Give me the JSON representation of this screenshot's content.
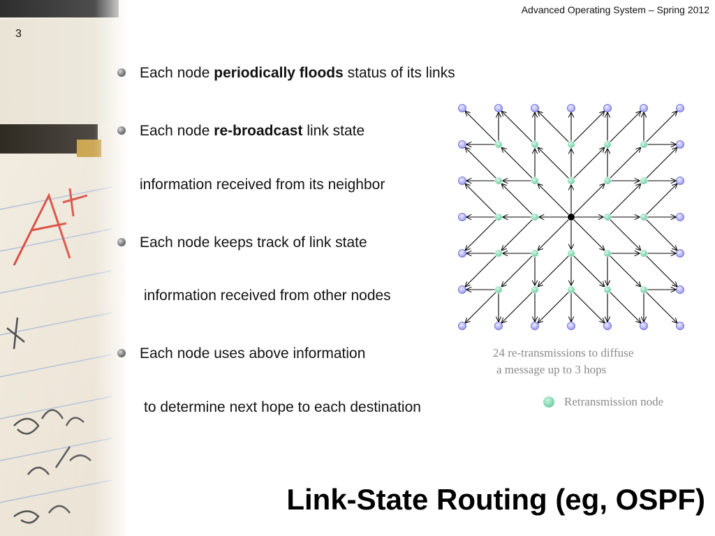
{
  "header": {
    "course": "Advanced Operating System – Spring 2012",
    "slide_number": "3"
  },
  "bullets": [
    {
      "pre": "Each node ",
      "bold": "periodically floods",
      "post": " status of its links",
      "cont": ""
    },
    {
      "pre": "Each node ",
      "bold": "re-broadcast",
      "post": " link state",
      "cont": "information received from its neighbor"
    },
    {
      "pre": "Each node keeps track of link state",
      "bold": "",
      "post": "",
      "cont": "information received from other nodes"
    },
    {
      "pre": "Each node uses above information",
      "bold": "",
      "post": "",
      "cont": "to determine next hope to each destination"
    }
  ],
  "diagram": {
    "caption_line1": "24 re-transmissions to diffuse",
    "caption_line2": "a message up to 3 hops",
    "legend_label": "Retransmission node",
    "colors": {
      "edge_node": "#b9b9f2",
      "retransmission_node": "#7fd6ae",
      "source_node": "#000000",
      "arrow": "#000000"
    }
  },
  "title": "Link-State Routing (eg, OSPF)"
}
